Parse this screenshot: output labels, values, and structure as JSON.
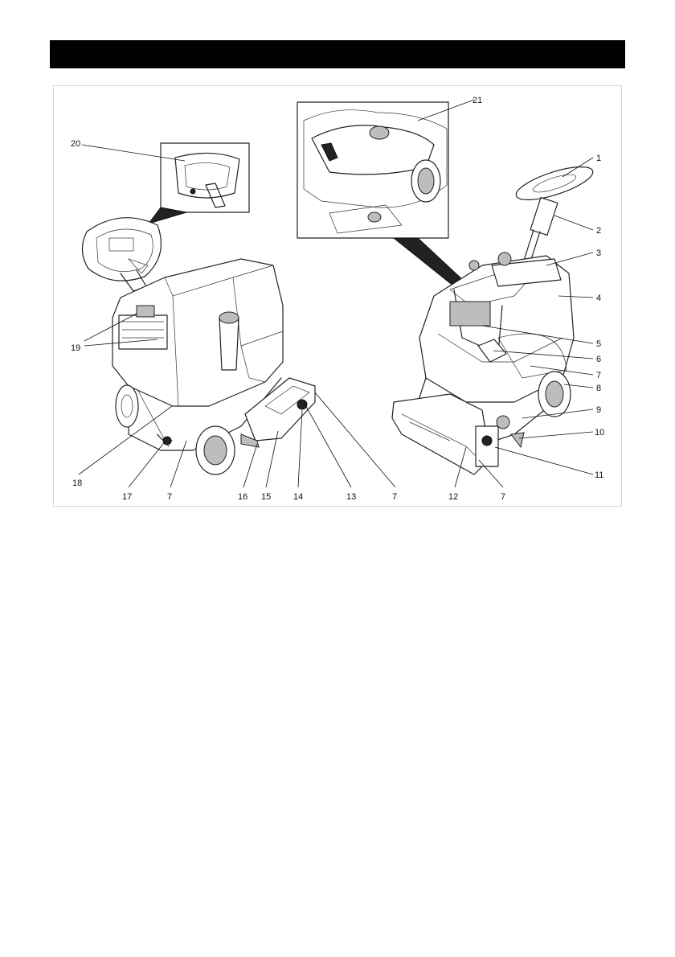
{
  "header": {
    "background": "#000000"
  },
  "labels": {
    "l1": "1",
    "l2": "2",
    "l3": "3",
    "l4": "4",
    "l5": "5",
    "l6": "6",
    "l7a": "7",
    "l8": "8",
    "l9": "9",
    "l10": "10",
    "l11": "11",
    "l12": "12",
    "l7b": "7",
    "l7c": "7",
    "l13": "13",
    "l14": "14",
    "l15": "15",
    "l16": "16",
    "l7d": "7",
    "l17": "17",
    "l18": "18",
    "l19": "19",
    "l20": "20",
    "l21": "21"
  }
}
